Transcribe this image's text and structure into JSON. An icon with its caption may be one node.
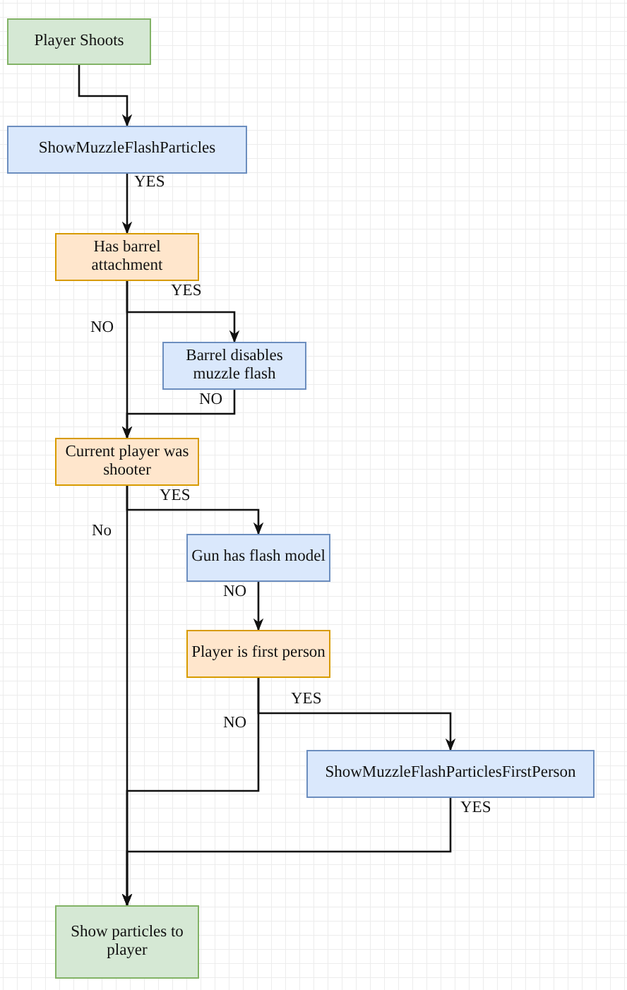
{
  "diagram": {
    "nodes": [
      {
        "text": [
          "Player Shoots"
        ]
      },
      {
        "text": [
          "ShowMuzzleFlashParticles"
        ]
      },
      {
        "text": [
          "Has barrel attachment"
        ]
      },
      {
        "text": [
          "Barrel disables muzzle flash"
        ]
      },
      {
        "text": [
          "Current player was shooter"
        ]
      },
      {
        "text": [
          "Gun has flash model"
        ]
      },
      {
        "text": [
          "Player is first person"
        ]
      },
      {
        "text": [
          "ShowMuzzleFlashParticlesFirstPerson"
        ]
      },
      {
        "text": [
          "Show particles to player"
        ]
      }
    ],
    "edges": [
      {
        "from": 0,
        "to": 1,
        "arrow": "to"
      },
      {
        "from": 1,
        "to": 2,
        "arrow": "to",
        "label": "YES"
      },
      {
        "from": 2,
        "to": 3,
        "arrow": "to",
        "label": "YES"
      },
      {
        "from": 2,
        "to": 4,
        "arrow": "to",
        "label": "NO"
      },
      {
        "from": 3,
        "to": 4,
        "arrow": "to",
        "label": "NO"
      },
      {
        "from": 4,
        "to": 5,
        "arrow": "to",
        "label": "YES"
      },
      {
        "from": 4,
        "to": 8,
        "arrow": "to",
        "label": "No"
      },
      {
        "from": 5,
        "to": 6,
        "arrow": "to",
        "label": "NO"
      },
      {
        "from": 6,
        "to": 7,
        "arrow": "to",
        "label": "YES"
      },
      {
        "from": 6,
        "to": 8,
        "arrow": "to",
        "label": "NO"
      },
      {
        "from": 7,
        "to": 8,
        "arrow": "to",
        "label": "YES"
      }
    ]
  }
}
